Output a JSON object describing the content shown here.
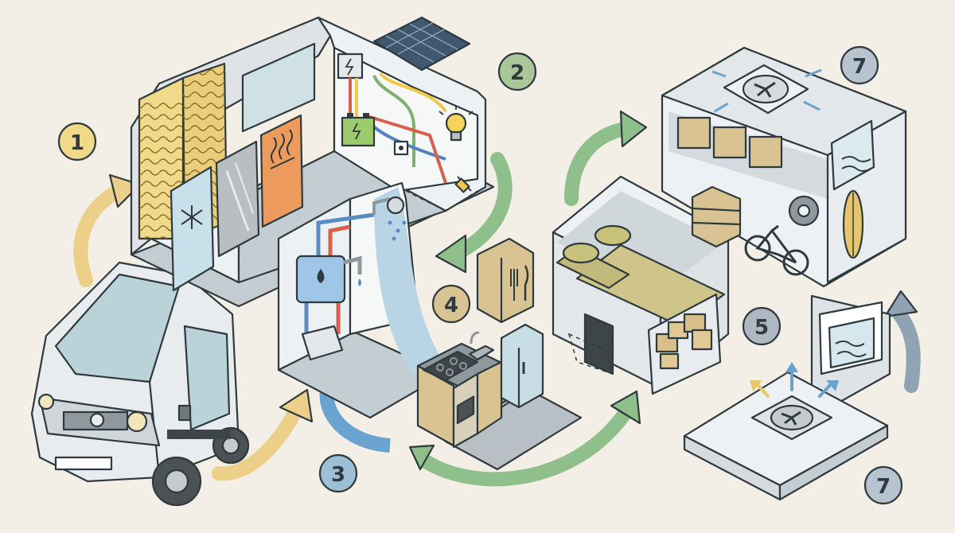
{
  "steps": [
    {
      "id": "insulation",
      "label": "1"
    },
    {
      "id": "electrical",
      "label": "2"
    },
    {
      "id": "plumbing",
      "label": "3"
    },
    {
      "id": "kitchen",
      "label": "4"
    },
    {
      "id": "bed",
      "label": "5"
    },
    {
      "id": "storage",
      "label": "7"
    },
    {
      "id": "ventilation",
      "label": "7"
    }
  ],
  "colors": {
    "background": "#f3efe6",
    "outline": "#2f3a3e",
    "step1": "#f1d98a",
    "step2": "#aac79a",
    "step3": "#9dbfd6",
    "step4": "#d9c393",
    "step5": "#aeb8c2",
    "step7": "#b7c4cf",
    "arrow_yellow": "#ecd08a",
    "arrow_green": "#8fbf8a",
    "arrow_blue": "#6aa3d0",
    "arrow_slate": "#8fa3b3"
  },
  "icons": [
    "van-icon",
    "solar-panel-icon",
    "lightbulb-icon",
    "battery-icon",
    "snowflake-icon",
    "heat-icon",
    "water-heater-icon",
    "shower-icon",
    "faucet-icon",
    "stove-icon",
    "fridge-icon",
    "cutlery-icon",
    "bed-icon",
    "bicycle-icon",
    "surfboard-icon",
    "gear-icon",
    "fan-icon",
    "wave-icon"
  ]
}
